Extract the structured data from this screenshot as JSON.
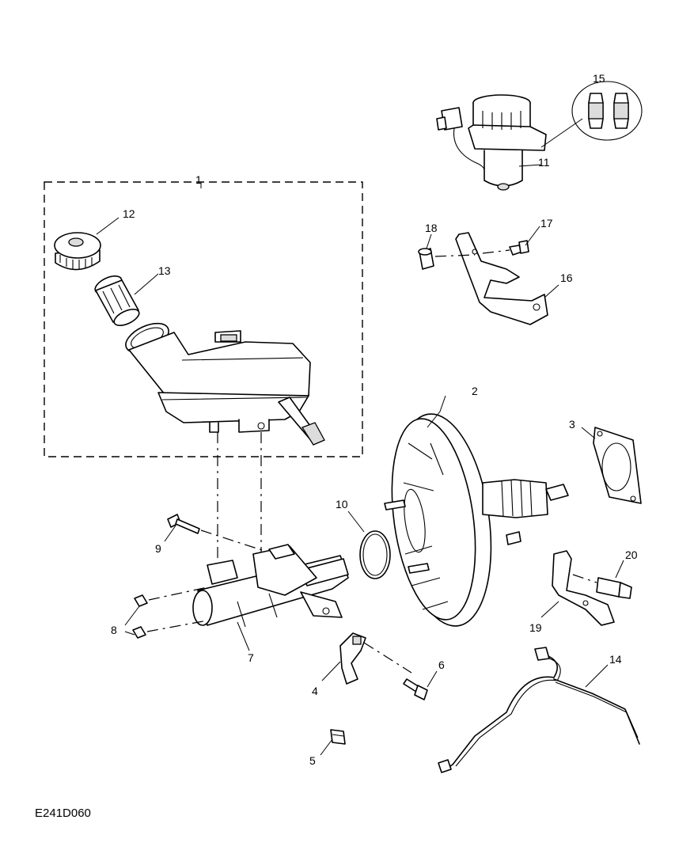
{
  "diagram": {
    "reference_code": "E241D060",
    "callouts": {
      "c1": "1",
      "c2": "2",
      "c3": "3",
      "c4": "4",
      "c5": "5",
      "c6": "6",
      "c7": "7",
      "c8": "8",
      "c9": "9",
      "c10": "10",
      "c11": "11",
      "c12": "12",
      "c13": "13",
      "c14": "14",
      "c15": "15",
      "c16": "16",
      "c17": "17",
      "c18": "18",
      "c19": "19",
      "c20": "20"
    }
  }
}
